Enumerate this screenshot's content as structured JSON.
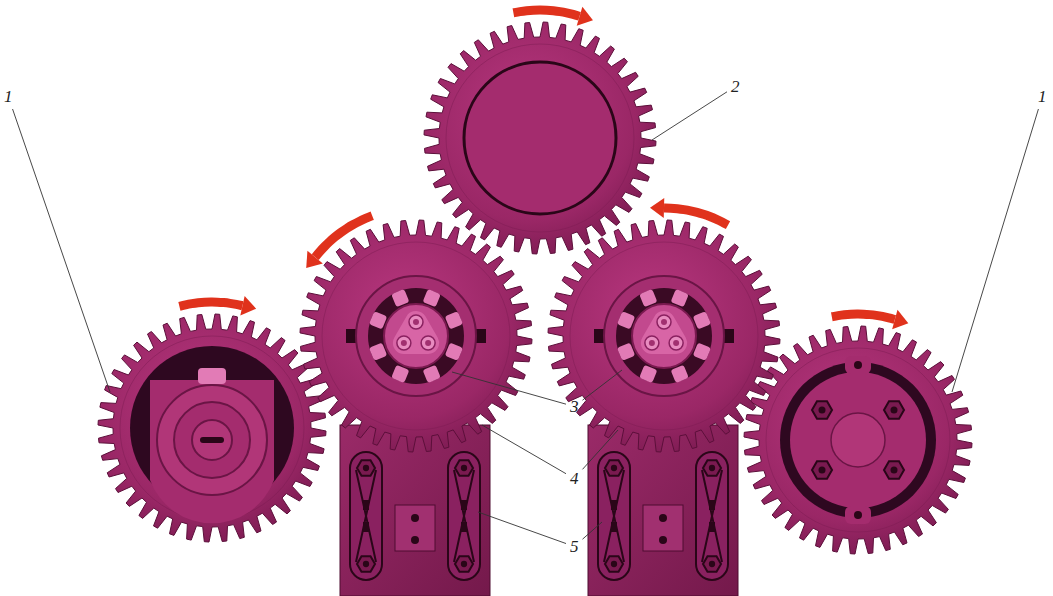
{
  "diagram": {
    "labels": [
      "1",
      "2",
      "3",
      "4",
      "5",
      "1"
    ]
  }
}
